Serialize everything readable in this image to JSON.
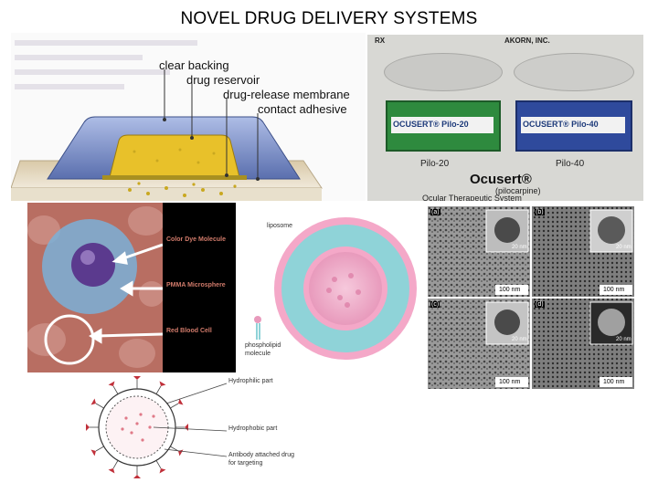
{
  "slide": {
    "title": "NOVEL DRUG DELIVERY SYSTEMS"
  },
  "patch": {
    "labels": [
      "clear backing",
      "drug reservoir",
      "drug-release membrane",
      "contact adhesive"
    ]
  },
  "ocusert": {
    "rx": "RX",
    "maker": "AKORN, INC.",
    "pack_left": "OCUSERT® Pilo-20",
    "pack_right": "OCUSERT® Pilo-40",
    "box_left": "Pilo-20",
    "box_right": "Pilo-40",
    "brand": "Ocusert®",
    "drug": "(pilocarpine)",
    "system": "Ocular Therapeutic System"
  },
  "microsphere": {
    "labels": [
      "Color Dye Molecule",
      "PMMA Microsphere",
      "Red Blood Cell"
    ]
  },
  "liposome": {
    "top_label": "liposome",
    "bottom_label": "phospholipid molecule"
  },
  "tem": {
    "panels": [
      "(a)",
      "(b)",
      "(c)",
      "(d)"
    ],
    "scale_main": [
      "100 nm",
      "100 nm",
      "100 nm",
      "100 nm"
    ],
    "scale_inset": [
      "20 nm",
      "20 nm",
      "20 nm",
      "20 nm"
    ]
  },
  "micelle": {
    "labels": [
      "Hydrophilic part",
      "Hydrophobic part",
      "Antibody attached drug for targeting"
    ]
  },
  "colors": {
    "patch_blue": "#6f86c4",
    "reservoir_yellow": "#e8c12a",
    "liposome_cyan": "#8fd3d8",
    "liposome_pink": "#e89abc",
    "micelle_red": "#c0303a"
  }
}
